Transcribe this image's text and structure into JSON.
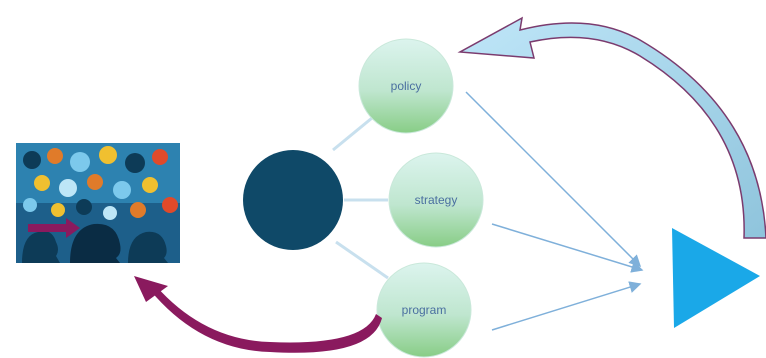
{
  "nodes": {
    "policy": {
      "label": "policy"
    },
    "strategy": {
      "label": "strategy"
    },
    "program": {
      "label": "program"
    }
  },
  "colors": {
    "hub": "#0f4968",
    "bubble_top": "#d6f2ea",
    "bubble_bottom": "#8fd08a",
    "triangle": "#1aa8e8",
    "feedback_arrow_fill": "#a9d8ee",
    "feedback_arrow_stroke": "#7b3b6e",
    "bottom_arrow": "#8a1a5e",
    "connector": "#c8e0ee",
    "pointer_arrow": "#7fb0da"
  },
  "icons": {
    "collage": "people-thinking-collage-icon",
    "hub": "hub-circle-icon",
    "output": "output-triangle-icon"
  }
}
